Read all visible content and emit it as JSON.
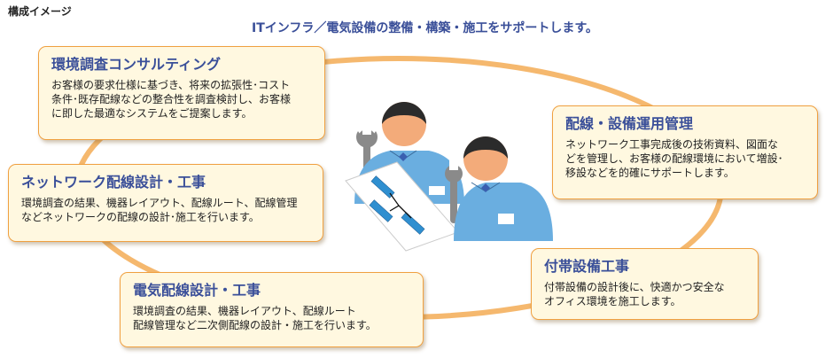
{
  "header": {
    "page_label": "構成イメージ",
    "tagline": "ITインフラ／電気設備の整備・構築・施工をサポートします。"
  },
  "colors": {
    "title_blue": "#3a4f99",
    "card_fill": "#fff8e0",
    "card_border": "#f0a040",
    "ring_orange": "#f5b86e",
    "uniform_blue": "#6aaee0",
    "skin": "#f3ab7a",
    "hair": "#2b2b2b",
    "wrench_gray": "#8a8a8a"
  },
  "cards": [
    {
      "id": "consulting",
      "title": "環境調査コンサルティング",
      "lines": [
        "お客様の要求仕様に基づき、将来の拡張性･コスト",
        "条件･既存配線などの整合性を調査検討し、お客様",
        "に即した最適なシステムをご提案します。"
      ]
    },
    {
      "id": "operations",
      "title": "配線・設備運用管理",
      "lines": [
        "ネットワーク工事完成後の技術資料、図面な",
        "どを管理し、お客様の配線環境において増設･",
        "移設などを的確にサポートします。"
      ]
    },
    {
      "id": "network",
      "title": "ネットワーク配線設計・工事",
      "lines": [
        "環境調査の結果、機器レイアウト、配線ルート、配線管理",
        "などネットワークの配線の設計･施工を行います。"
      ]
    },
    {
      "id": "auxiliary",
      "title": "付帯設備工事",
      "lines": [
        "付帯設備の設計後に、快適かつ安全な",
        "オフィス環境を施工します。"
      ]
    },
    {
      "id": "electrical",
      "title": "電気配線設計・工事",
      "lines": [
        "環境調査の結果、機器レイアウト、配線ルート",
        "配線管理など二次側配線の設計・施工を行います。"
      ]
    }
  ],
  "illustration": {
    "icons": [
      "worker-icon",
      "worker-icon",
      "wrench-icon",
      "wrench-icon",
      "network-diagram-sheet-icon"
    ]
  }
}
